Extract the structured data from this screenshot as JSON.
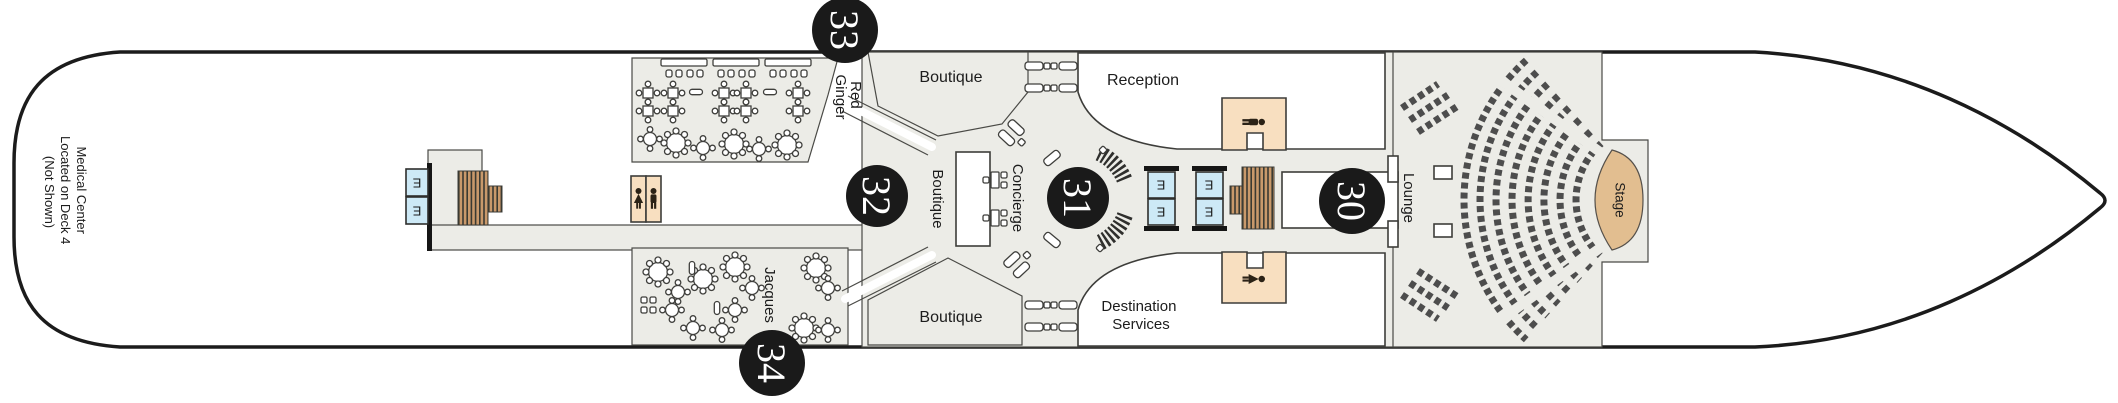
{
  "labels": {
    "medical1": "Medical Center",
    "medical2": "Located on Deck 4",
    "medical3": "(Not Shown)",
    "red1": "Red",
    "red2": "Ginger",
    "boutique_top": "Boutique",
    "boutique_mid": "Boutique",
    "boutique_bottom": "Boutique",
    "concierge": "Concierge",
    "reception": "Reception",
    "destination1": "Destination",
    "destination2": "Services",
    "jacques": "Jacques",
    "lounge": "Lounge",
    "stage": "Stage"
  },
  "markers": {
    "m30": "30",
    "m31": "31",
    "m32": "32",
    "m33": "33",
    "m34": "34"
  },
  "elevator": {
    "letter": "E"
  },
  "colors": {
    "marker_circle": "#1a1a1a",
    "room_fill": "#ECECE7",
    "restroom_fill": "#F8DFC0",
    "stage_fill": "#E2BE90",
    "elevator_fill": "#CDE9F6",
    "stairs_fill": "#C9996B",
    "hull_outline": "#1b1b1b"
  }
}
